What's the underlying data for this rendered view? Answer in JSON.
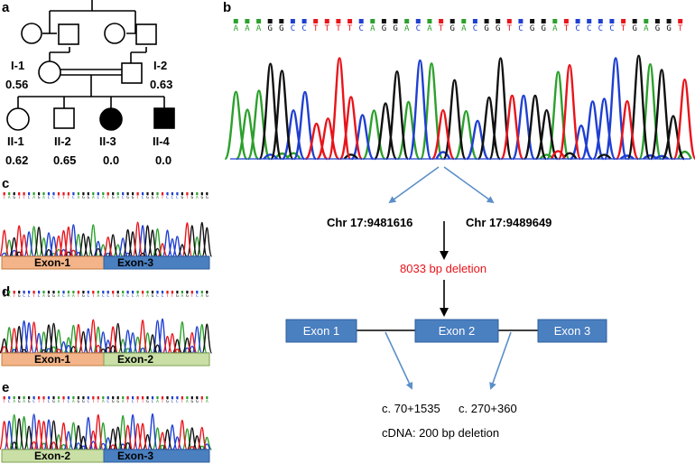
{
  "colors": {
    "base_A": "#2ca02c",
    "base_C": "#1f3fd1",
    "base_G": "#111111",
    "base_T": "#e8141b",
    "arrow_blue": "#5b8fc9",
    "exon_box": "#4a7fc0",
    "bar_orange": "#f2b488",
    "bar_green": "#c9dfa6",
    "bar_blue": "#4a7fc0",
    "deletion_red": "#e8141b"
  },
  "panels": {
    "a": {
      "letter": "a",
      "individuals": [
        {
          "id": "I-1",
          "value": "0.56",
          "sex": "female",
          "affected": false
        },
        {
          "id": "I-2",
          "value": "0.63",
          "sex": "male",
          "affected": false
        },
        {
          "id": "II-1",
          "value": "0.62",
          "sex": "female",
          "affected": false
        },
        {
          "id": "II-2",
          "value": "0.65",
          "sex": "male",
          "affected": false
        },
        {
          "id": "II-3",
          "value": "0.0",
          "sex": "female",
          "affected": true
        },
        {
          "id": "II-4",
          "value": "0.0",
          "sex": "male",
          "affected": true
        }
      ]
    },
    "b": {
      "letter": "b",
      "sequence": "AAAGGCCTTTTCAGGACATGACGGTCGGATCCCCTGAGGT",
      "breakpoint_left": "Chr 17:9481616",
      "breakpoint_right": "Chr 17:9489649",
      "deletion_label": "8033 bp deletion",
      "exons": [
        "Exon 1",
        "Exon 2",
        "Exon 3"
      ],
      "cdna_left": "c. 70+1535",
      "cdna_right": "c. 270+360",
      "cdna_note": "cDNA: 200 bp deletion"
    },
    "c": {
      "letter": "c",
      "bars": [
        {
          "label": "Exon-1",
          "color": "orange"
        },
        {
          "label": "Exon-3",
          "color": "blue"
        }
      ]
    },
    "d": {
      "letter": "d",
      "bars": [
        {
          "label": "Exon-1",
          "color": "orange"
        },
        {
          "label": "Exon-2",
          "color": "green"
        }
      ]
    },
    "e": {
      "letter": "e",
      "bars": [
        {
          "label": "Exon-2",
          "color": "green"
        },
        {
          "label": "Exon-3",
          "color": "blue"
        }
      ]
    }
  }
}
